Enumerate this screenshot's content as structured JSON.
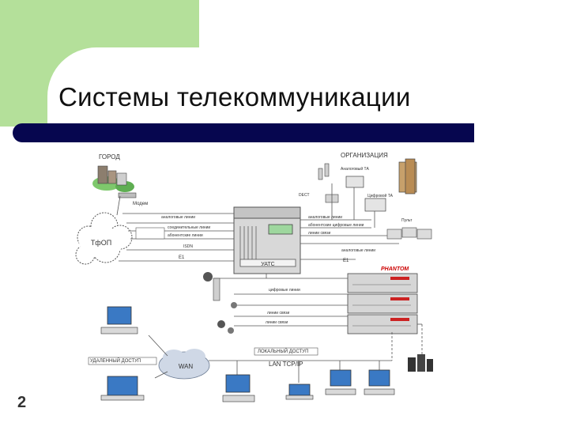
{
  "slide": {
    "title": "Системы телекоммуникации",
    "number": "2"
  },
  "diagram": {
    "city": "ГОРОД",
    "modem": "Модем",
    "network": "ТфОП",
    "organization": "ОРГАНИЗАЦИЯ",
    "analog_phone": "Аналоговый ТА",
    "dect": "DECT",
    "digital_phone": "Цифровой ТА",
    "console": "Пульт",
    "wan": "WAN",
    "remote_access": "УДАЛЕННЫЙ ДОСТУП",
    "local_access": "ЛОКАЛЬНЫЙ ДОСТУП",
    "lan": "LAN TCP/IP",
    "brand": "PHANTOM",
    "pbx": "УАТС",
    "isdn": "ISDN",
    "e1_left": "E1",
    "e1_right": "E1",
    "line_labels": [
      "аналоговые линии",
      "соединительные линии",
      "абонентские линии",
      "аналоговые линии",
      "абонентские цифровые линии",
      "линии связи",
      "аналоговые линии",
      "цифровые линии",
      "линии связи",
      "линии связи"
    ]
  }
}
